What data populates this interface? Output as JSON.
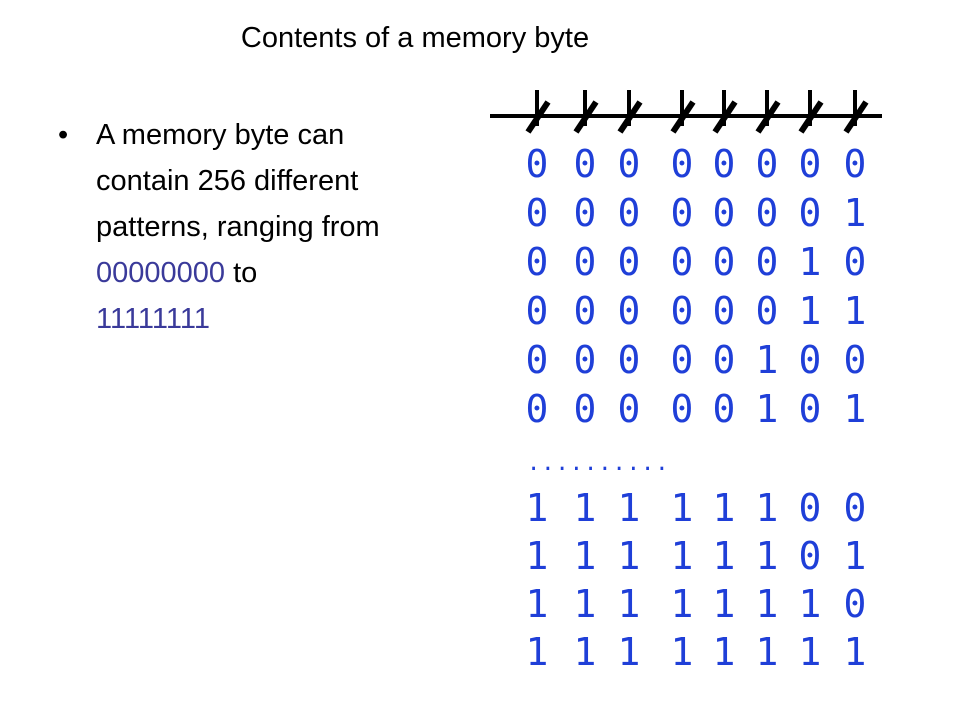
{
  "slide": {
    "title": "Contents of a memory byte",
    "bullet_symbol": "•",
    "bullet_lines": [
      {
        "parts": [
          {
            "text": "A memory byte can",
            "style": "plain"
          }
        ]
      },
      {
        "parts": [
          {
            "text": "contain 256 different",
            "style": "plain"
          }
        ]
      },
      {
        "parts": [
          {
            "text": "patterns, ranging from",
            "style": "plain"
          }
        ]
      },
      {
        "parts": [
          {
            "text": "00000000",
            "style": "blue"
          },
          {
            "text": " to",
            "style": "plain"
          }
        ]
      },
      {
        "parts": [
          {
            "text": "11111111",
            "style": "blue"
          }
        ]
      }
    ]
  },
  "bit_table": {
    "bits_per_byte": 8,
    "ellipsis": "..........",
    "rows_top": [
      "00000000",
      "00000001",
      "00000010",
      "00000011",
      "00000100",
      "00000101"
    ],
    "rows_bottom": [
      "11111100",
      "11111101",
      "11111110",
      "11111111"
    ]
  },
  "colors": {
    "digit_blue": "#1f3fd8",
    "text_blue": "#3a3a9a",
    "line_black": "#000000"
  }
}
